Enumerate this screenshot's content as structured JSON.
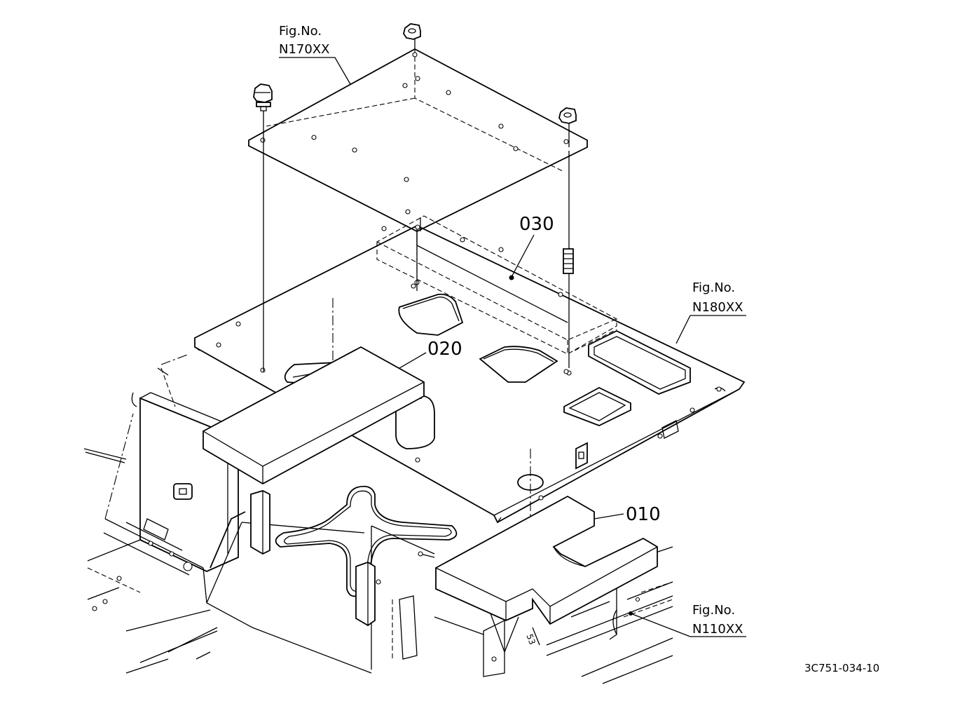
{
  "references": [
    {
      "id": "ref-n170",
      "line1": "Fig.No.",
      "line2": "N170XX"
    },
    {
      "id": "ref-n180",
      "line1": "Fig.No.",
      "line2": "N180XX"
    },
    {
      "id": "ref-n110",
      "line1": "Fig.No.",
      "line2": "N110XX"
    }
  ],
  "parts": [
    {
      "id": "part-010",
      "number": "010"
    },
    {
      "id": "part-020",
      "number": "020"
    },
    {
      "id": "part-030",
      "number": "030"
    }
  ],
  "drawing_code": "3C751-034-10"
}
